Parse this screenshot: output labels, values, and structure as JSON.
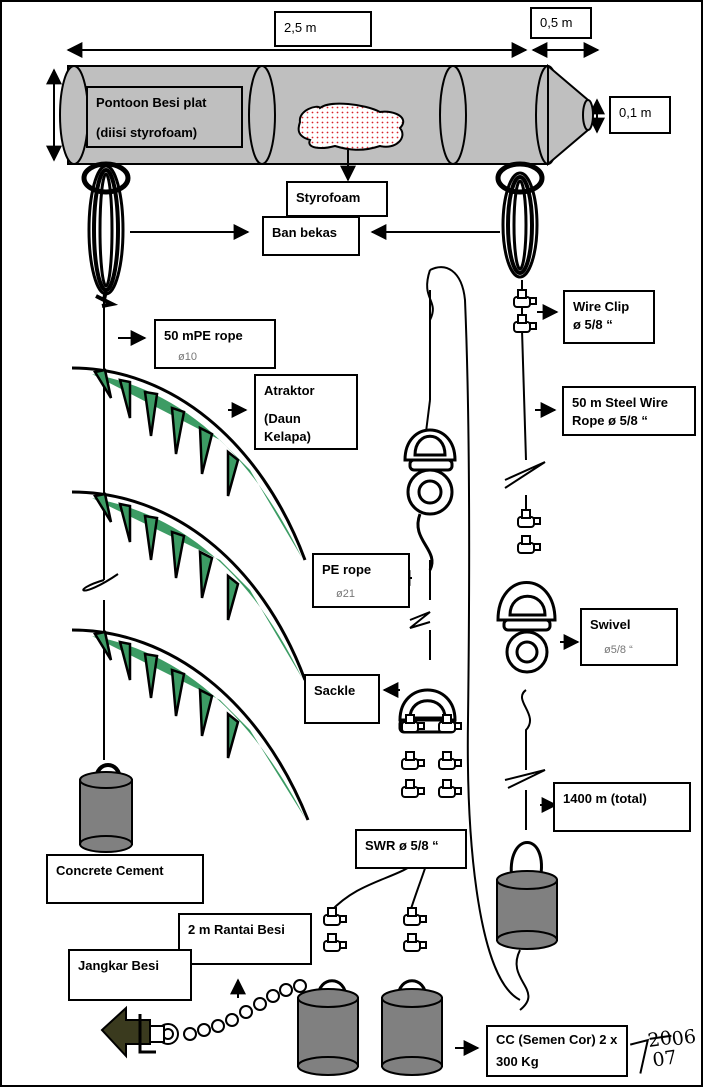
{
  "dimensions": {
    "length": "2,5 m",
    "cone_length": "0,5 m",
    "cone_height": "0,1 m"
  },
  "labels": {
    "pontoon_line1": "Pontoon Besi plat",
    "pontoon_line2": "(diisi styrofoam)",
    "styrofoam": "Styrofoam",
    "ban_bekas": "Ban bekas",
    "pe_rope_50": "50 mPE rope",
    "pe_rope_50_sub": "ø10",
    "atraktor_line1": "Atraktor",
    "atraktor_line2": "(Daun Kelapa)",
    "pe_rope": "PE rope",
    "pe_rope_sub": "ø21",
    "sackle": "Sackle",
    "concrete": "Concrete Cement",
    "rantai": "2 m Rantai Besi",
    "jangkar": "Jangkar Besi",
    "swr": "SWR ø 5/8 “",
    "wire_clip_line1": "Wire Clip",
    "wire_clip_line2": "ø 5/8 “",
    "steel_wire_line1": "50 m Steel Wire",
    "steel_wire_line2": "Rope ø 5/8 “",
    "swivel": "Swivel",
    "swivel_sub": "ø5/8 “",
    "total": "1400 m (total)",
    "cc_line1": "CC (Semen Cor) 2 x",
    "cc_line2": "300 Kg"
  },
  "signature": {
    "day": "20",
    "month": "07",
    "year": "06"
  },
  "colors": {
    "pontoon": "#bfbfbf",
    "leaf": "#3c9c64",
    "weight": "#808080",
    "anchor": "#3a3a1e",
    "styrofoam_dots": "#d9242b"
  }
}
